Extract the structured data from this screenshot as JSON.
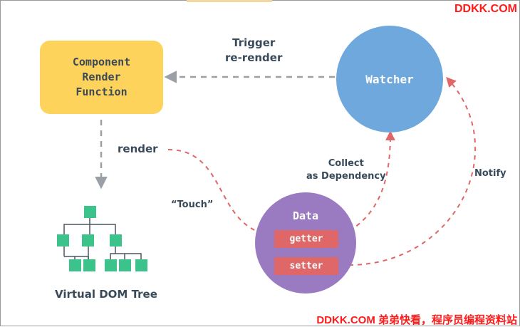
{
  "component_render_function": {
    "lines": [
      "Component",
      "Render",
      "Function"
    ]
  },
  "watcher": {
    "label": "Watcher"
  },
  "data_node": {
    "title": "Data",
    "getter": "getter",
    "setter": "setter"
  },
  "edges": {
    "trigger_rerender": [
      "Trigger",
      "re-render"
    ],
    "render": "render",
    "touch": "“Touch”",
    "collect_dependency": [
      "Collect",
      "as Dependency"
    ],
    "notify": "Notify"
  },
  "virtual_dom_tree": {
    "label": "Virtual DOM Tree"
  },
  "watermark": {
    "top": "DDKK.COM",
    "bottom": "DDKK.COM 弟弟快看，程序员编程资料站"
  },
  "colors": {
    "component_box": "#fdd35b",
    "watcher": "#6ea8dc",
    "data": "#9a7bc2",
    "pill": "#e06767",
    "tree_node": "#3cc28b",
    "dashed_gray": "#9aa0a6",
    "dashed_red": "#e06767",
    "watermark": "#ff1a1a"
  }
}
